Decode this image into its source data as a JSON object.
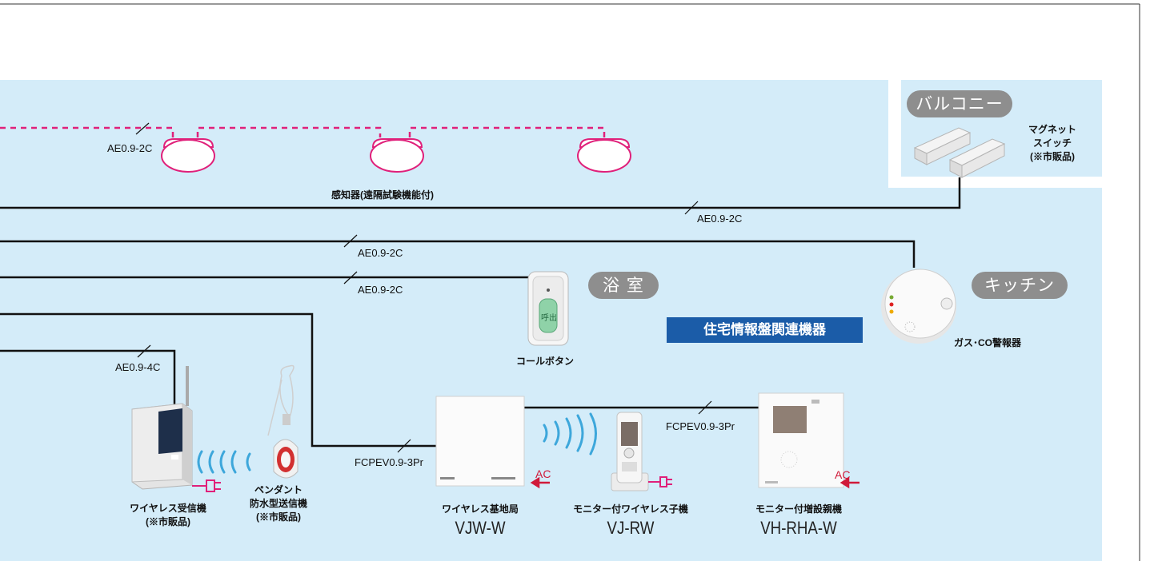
{
  "zones": {
    "balcony": "バルコニー",
    "bathroom": "浴 室",
    "kitchen": "キッチン"
  },
  "section_title": "住宅情報盤関連機器",
  "cables": {
    "sensor_line": "AE0.9-2C",
    "magnet_line": "AE0.9-2C",
    "kitchen_line": "AE0.9-2C",
    "bath_line": "AE0.9-2C",
    "receiver_line": "AE0.9-4C",
    "base_line": "FCPEV0.9-3Pr",
    "monitor_line": "FCPEV0.9-3Pr"
  },
  "devices": {
    "sensor": "感知器(遠隔試験機能付)",
    "magnet_line1": "マグネット",
    "magnet_line2": "スイッチ",
    "magnet_line3": "(※市販品)",
    "gas": "ガス･CO警報器",
    "call_button": "コールボタン",
    "call_button_face": "呼出",
    "receiver_line1": "ワイヤレス受信機",
    "receiver_line2": "(※市販品)",
    "pendant_line1": "ペンダント",
    "pendant_line2": "防水型送信機",
    "pendant_line3": "(※市販品)",
    "base_station": "ワイヤレス基地局",
    "base_station_model": "VJW-W",
    "handset": "モニター付ワイヤレス子機",
    "handset_model": "VJ-RW",
    "monitor": "モニター付増設親機",
    "monitor_model": "VH-RHA-W"
  },
  "ac_label": "AC",
  "colors": {
    "room_bg": "#d4ecf9",
    "sensor_line": "#e0207a",
    "wire": "#111111",
    "pill": "#8e8e8e",
    "section_box": "#1b5ca8",
    "ac": "#d01a3a"
  }
}
